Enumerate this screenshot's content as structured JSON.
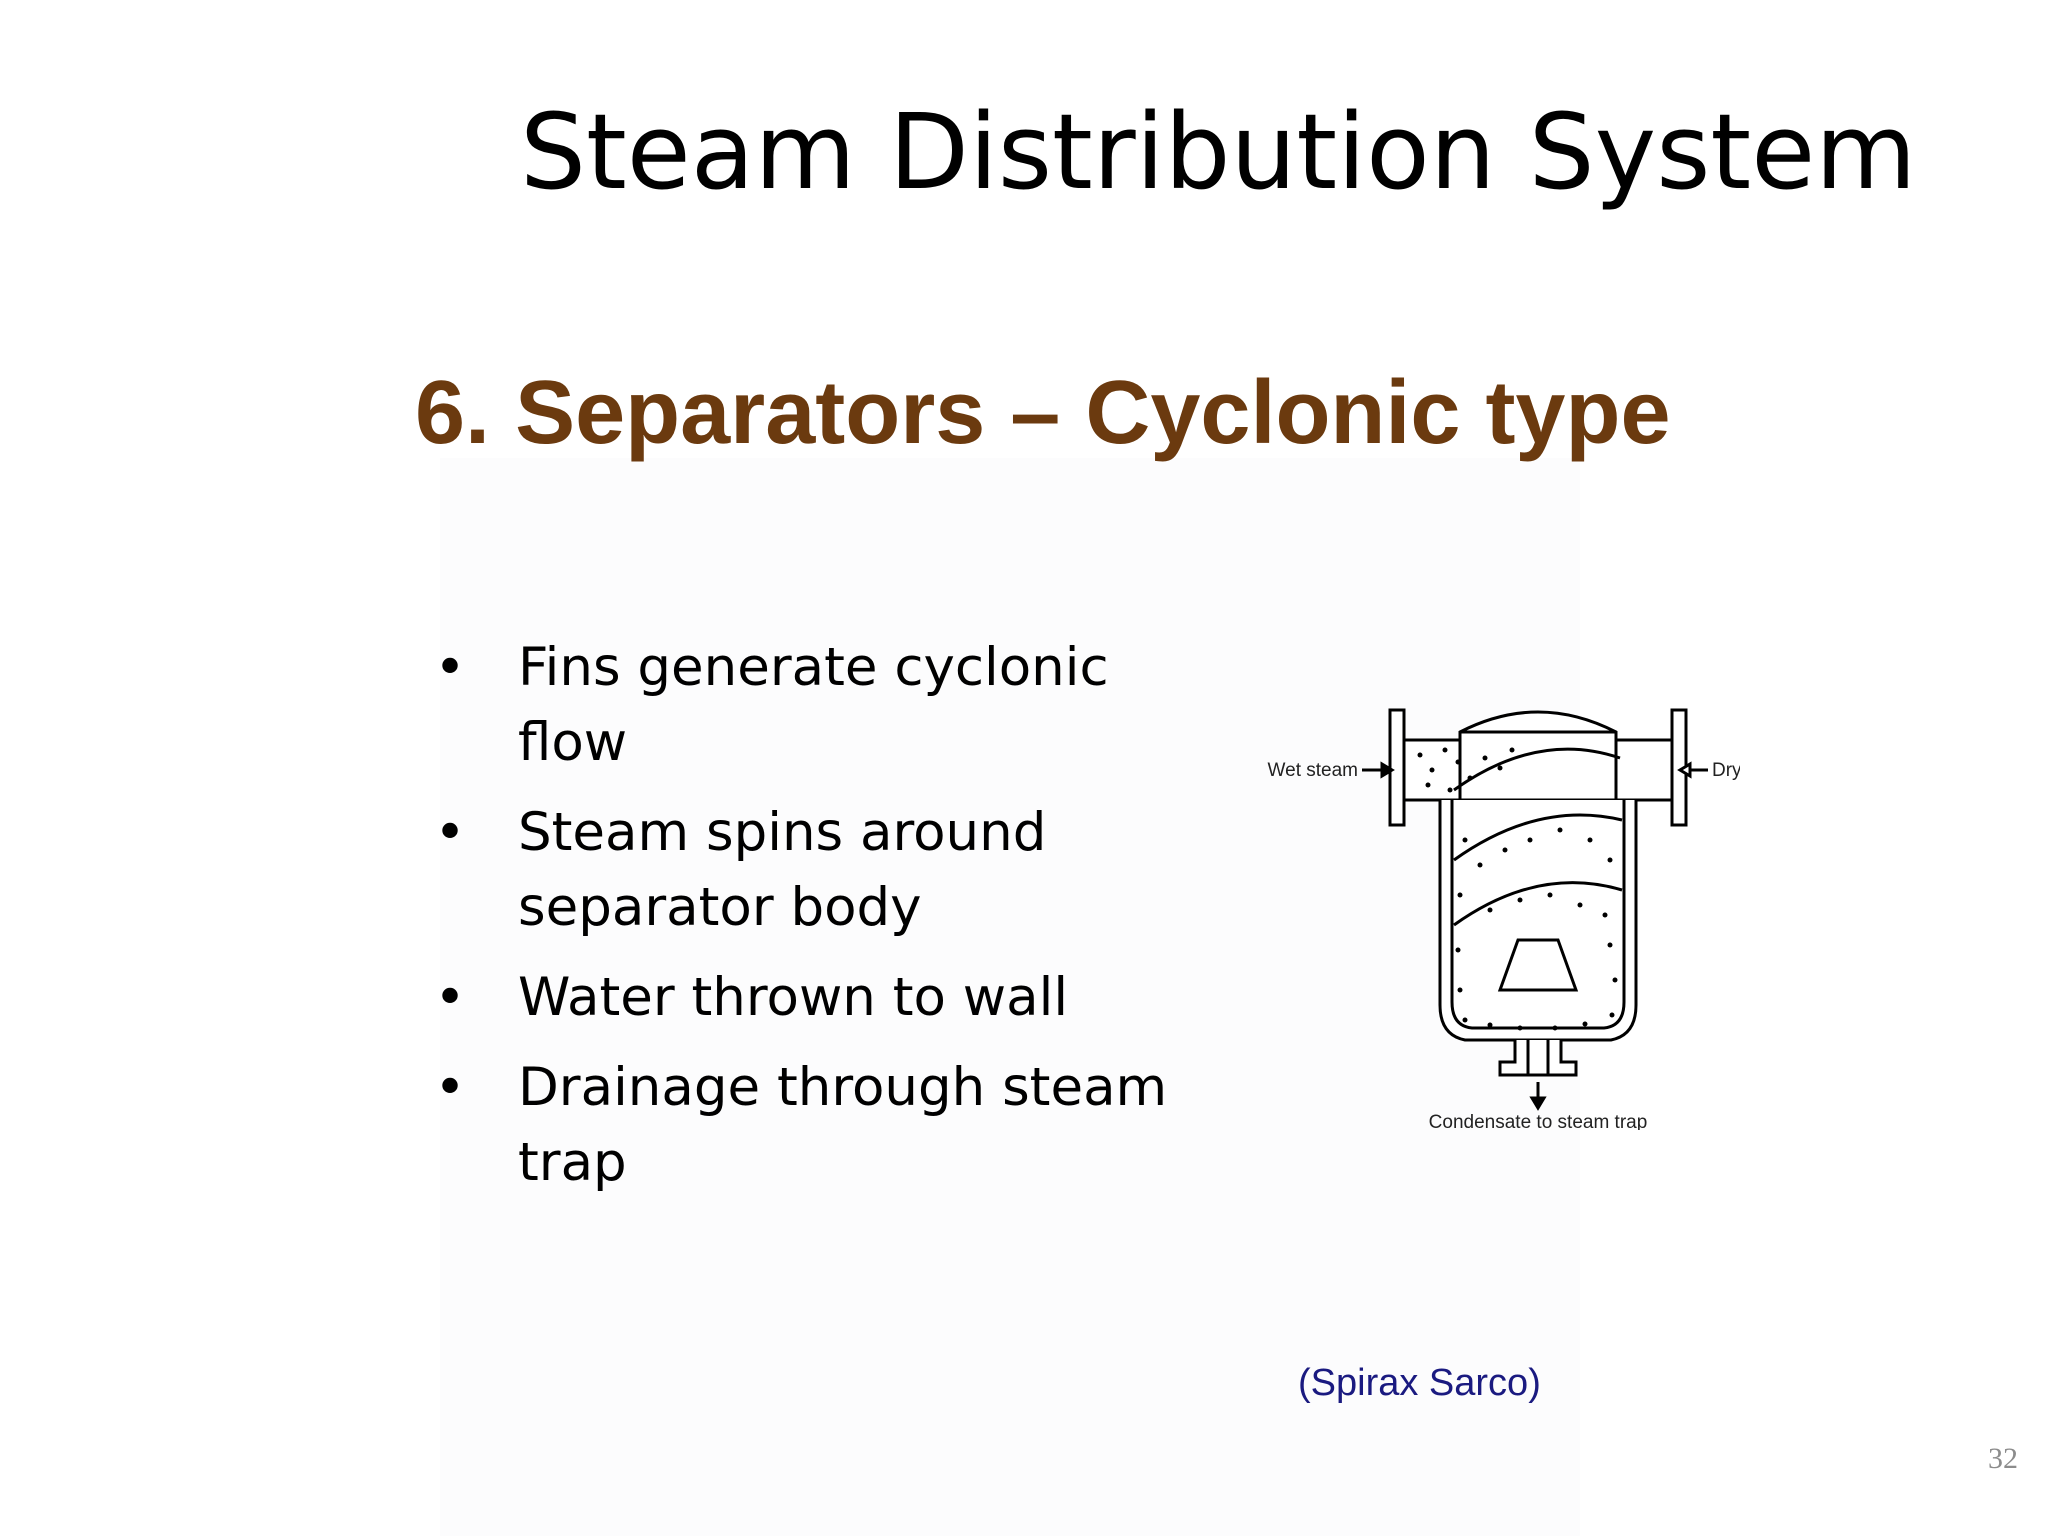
{
  "slide": {
    "title": "Steam Distribution System",
    "subtitle": "6. Separators – Cyclonic type",
    "bullets": [
      "Fins generate cyclonic flow",
      "Steam spins around separator body",
      "Water thrown to wall",
      "Drainage through steam trap"
    ],
    "bullet_marker": "•",
    "figure": {
      "label_inlet": "Wet steam",
      "label_outlet": "Dry steam",
      "label_drain": "Condensate to steam trap"
    },
    "caption": "(Spirax Sarco)",
    "page_number": "32"
  },
  "colors": {
    "subtitle": "#6b3a0f",
    "caption": "#1a1a80",
    "page_number": "#8c8c8c"
  },
  "icons": [
    "cyclonic-separator-diagram"
  ]
}
